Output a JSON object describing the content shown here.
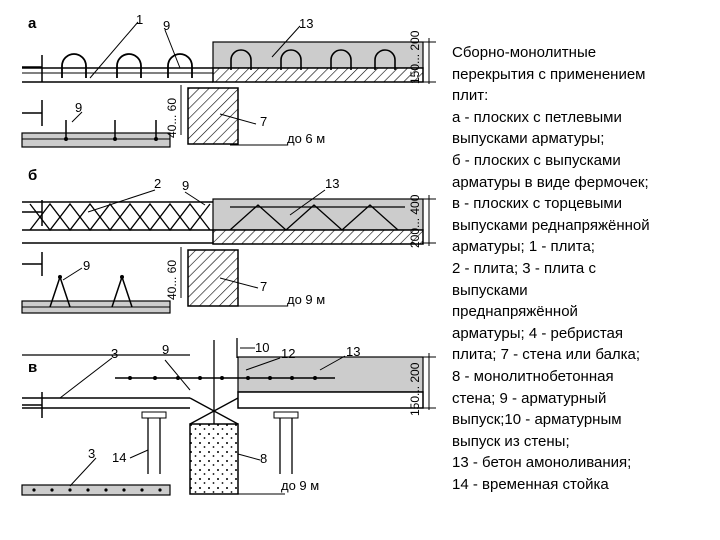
{
  "sections": {
    "a": {
      "letter": "а",
      "labels": [
        "1",
        "9",
        "13",
        "9",
        "7"
      ],
      "dims": [
        "150... 200",
        "40... 60"
      ],
      "span": "до 6 м"
    },
    "b": {
      "letter": "б",
      "labels": [
        "2",
        "9",
        "13",
        "9",
        "7"
      ],
      "dims": [
        "200... 400",
        "40... 60"
      ],
      "span": "до 9 м"
    },
    "v": {
      "letter": "в",
      "labels": [
        "3",
        "9",
        "10",
        "12",
        "13",
        "3",
        "14",
        "8"
      ],
      "dims": [
        "150... 200"
      ],
      "span": "до 9 м"
    }
  },
  "legend": {
    "lines": [
      "Сборно-монолитные",
      "перекрытия с применением",
      "плит:",
      "а - плоских с петлевыми",
      "выпусками арматуры;",
      "б - плоских с выпусками",
      "арматуры в виде фермочек;",
      "в - плоских с торцевыми",
      "выпусками реднапряжённой",
      "арматуры; 1 - плита;",
      "2 - плита; 3 - плита с",
      "выпусками",
      "преднапряжённой",
      "арматуры; 4 - ребристая",
      "плита; 7 - стена или балка;",
      "8 - монолитнобетонная",
      "стена; 9 - арматурный",
      "выпуск;10 - арматурным",
      "выпуск из стены;",
      "13 - бетон амоноливания;",
      "14 - временная стойка"
    ]
  },
  "colors": {
    "concrete": "#cccccc",
    "line": "#000000"
  }
}
